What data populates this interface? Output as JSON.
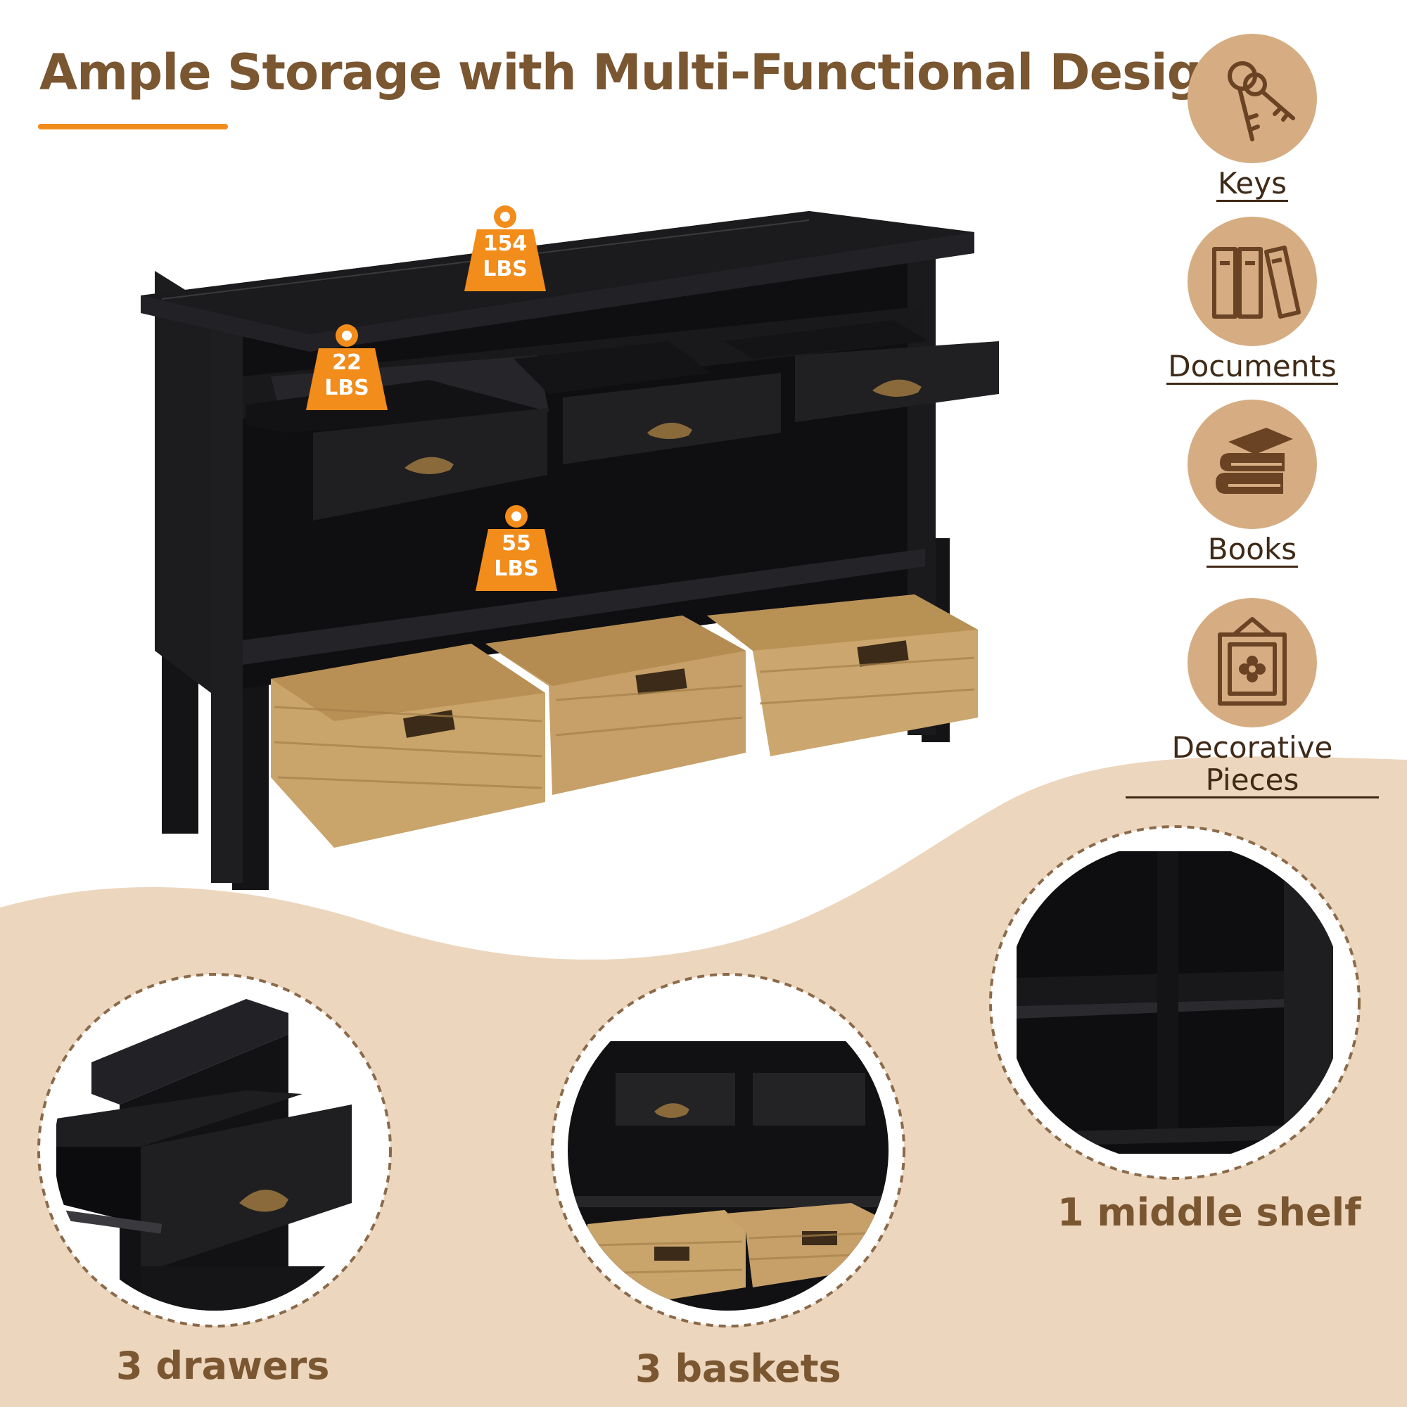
{
  "title": "Ample Storage with Multi-Functional Design",
  "colors": {
    "title": "#7a5631",
    "accent_orange": "#f28c1b",
    "icon_circle": "#d6ad82",
    "icon_ink": "#6a4324",
    "wave": "#ecd6bd",
    "cabinet": "#1a1a1c",
    "basket": "#c9a46b",
    "dashed_ring": "#8a6a4a"
  },
  "storage_items": [
    {
      "label": "Keys",
      "icon": "keys-icon"
    },
    {
      "label": "Documents",
      "icon": "binders-icon"
    },
    {
      "label": "Books",
      "icon": "books-icon"
    },
    {
      "label": "Decorative Pieces",
      "icon": "picture-frame-icon"
    }
  ],
  "weight_capacities": {
    "top": {
      "value": "154",
      "unit": "LBS"
    },
    "drawer": {
      "value": "22",
      "unit": "LBS"
    },
    "shelf": {
      "value": "55",
      "unit": "LBS"
    }
  },
  "details": [
    {
      "caption": "3 drawers"
    },
    {
      "caption": "3 baskets"
    },
    {
      "caption": "1 middle shelf"
    }
  ]
}
